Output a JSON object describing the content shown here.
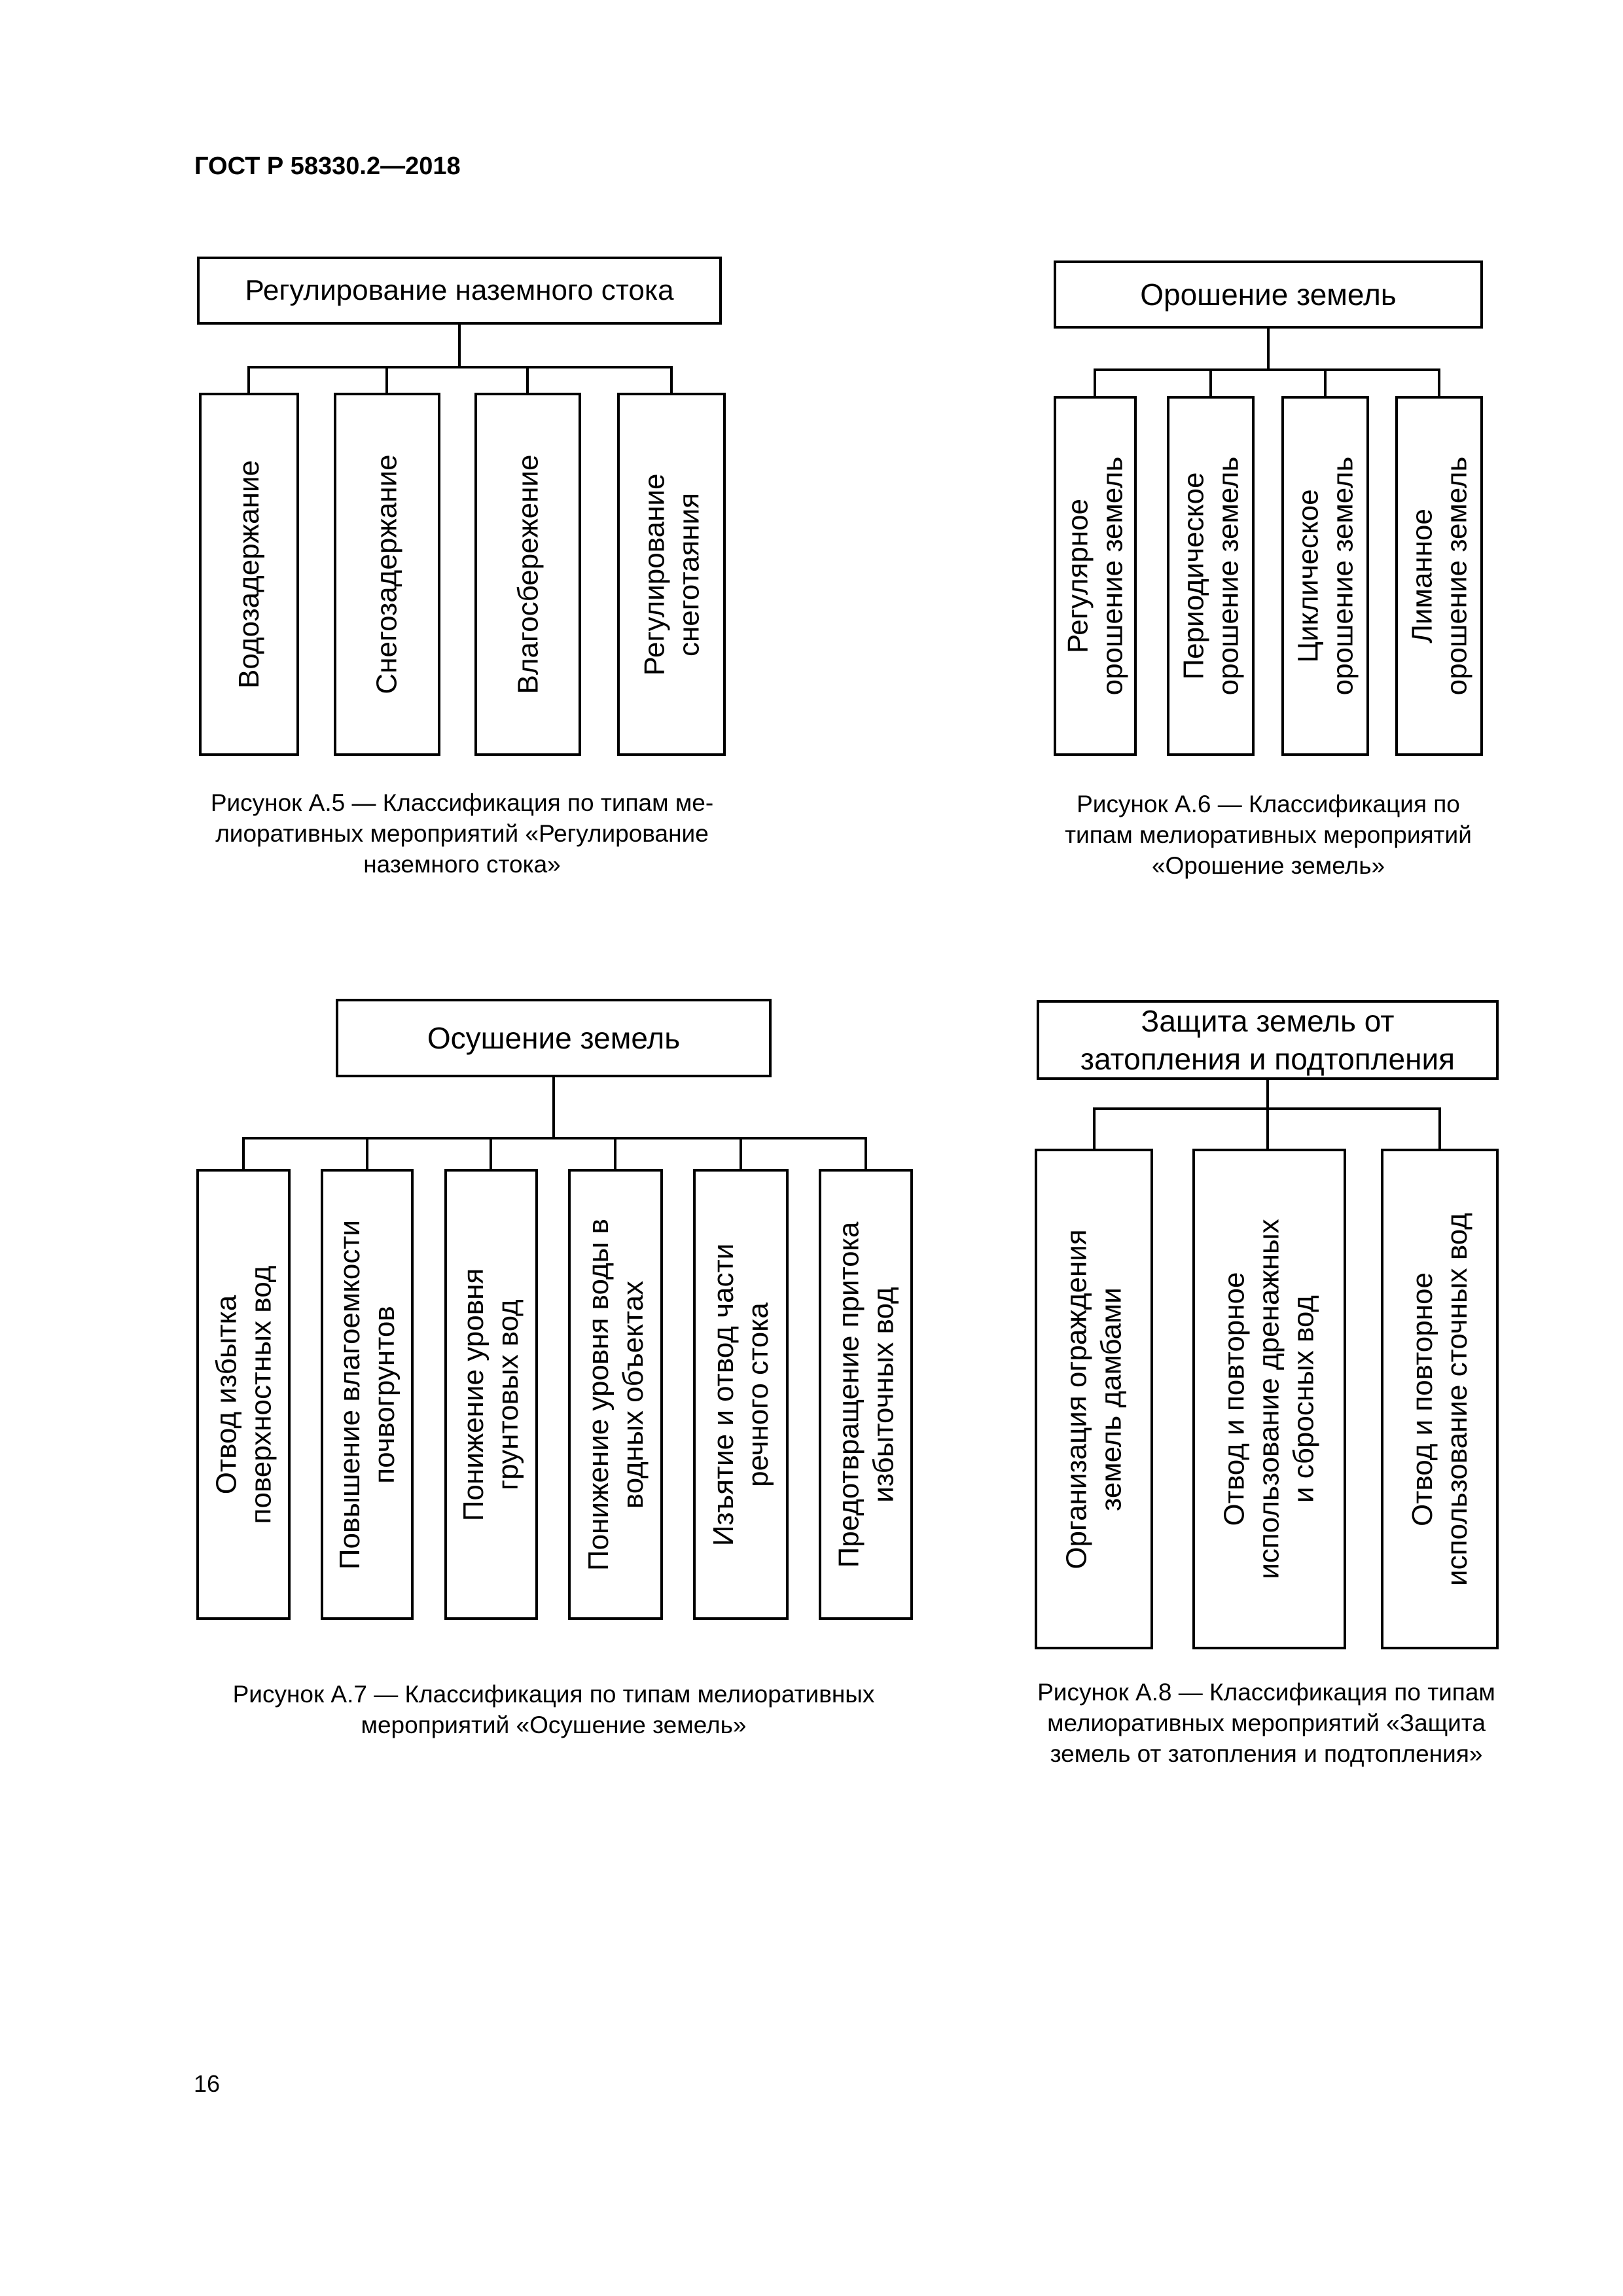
{
  "page": {
    "header": "ГОСТ Р 58330.2—2018",
    "number": "16"
  },
  "colors": {
    "ink": "#000000",
    "paper": "#ffffff"
  },
  "figures": [
    {
      "id": "A.5",
      "title": "Регулирование наземного стока",
      "children": [
        "Водозадержание",
        "Снегозадержание",
        "Влагосбережение",
        "Регулирование\nснеготаяния"
      ],
      "caption": "Рисунок А.5 — Классификация по типам ме-\nлиоративных мероприятий «Регулирование\nназемного стока»"
    },
    {
      "id": "A.6",
      "title": "Орошение земель",
      "children": [
        "Регулярное\nорошение земель",
        "Периодическое\nорошение земель",
        "Циклическое\nорошение земель",
        "Лиманное\nорошение земель"
      ],
      "caption": "Рисунок А.6 — Классификация по\nтипам мелиоративных мероприятий\n«Орошение земель»"
    },
    {
      "id": "A.7",
      "title": "Осушение земель",
      "children": [
        "Отвод избытка\nповерхностных вод",
        "Повышение влагоемкости\nпочвогрунтов",
        "Понижение уровня\nгрунтовых вод",
        "Понижение уровня воды в\nводных объектах",
        "Изъятие и отвод части\nречного стока",
        "Предотвращение притока\nизбыточных вод"
      ],
      "caption": "Рисунок А.7 — Классификация по типам мелиоративных\nмероприятий «Осушение земель»"
    },
    {
      "id": "A.8",
      "title": "Защита земель от\nзатопления и подтопления",
      "children": [
        "Организация ограждения\nземель дамбами",
        "Отвод и повторное\nиспользование дренажных\nи сбросных вод",
        "Отвод и повторное\nиспользование сточных вод"
      ],
      "caption": "Рисунок А.8 — Классификация по типам\nмелиоративных мероприятий «Защита\nземель от затопления и подтопления»"
    }
  ]
}
